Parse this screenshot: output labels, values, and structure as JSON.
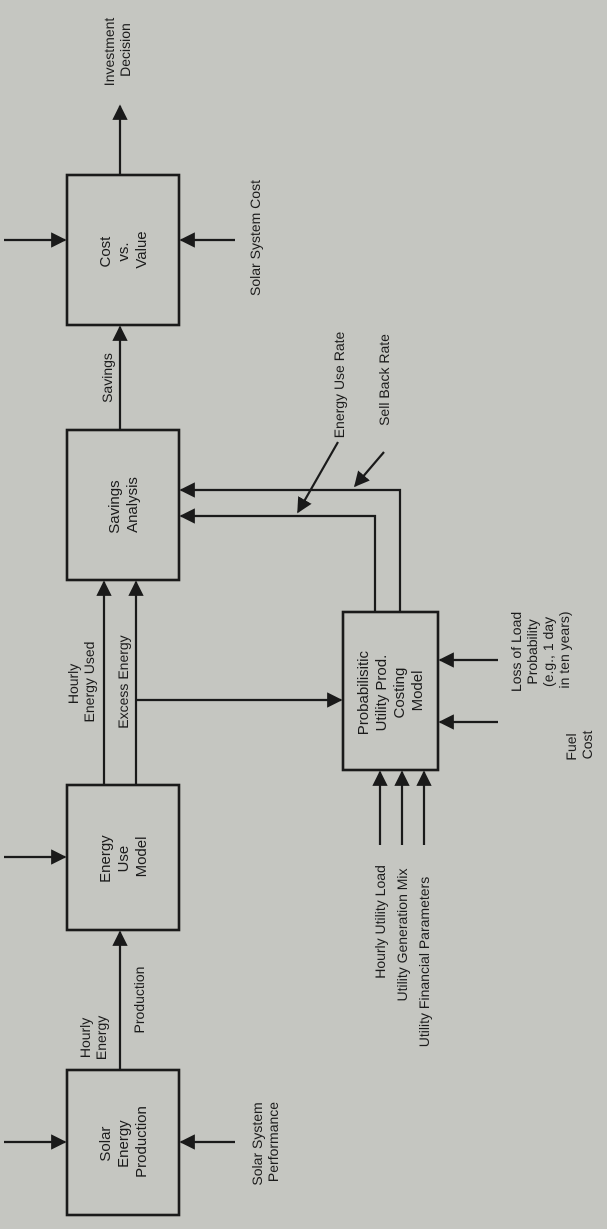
{
  "blocks": {
    "solar_energy_production": [
      "Solar",
      "Energy",
      "Production"
    ],
    "energy_use_model": [
      "Energy",
      "Use",
      "Model"
    ],
    "savings_analysis": [
      "Savings",
      "Analysis"
    ],
    "cost_vs_value": [
      "Cost",
      "vs.",
      "Value"
    ],
    "probabilistic_model": [
      "Probabilisitic",
      "Utility Prod.",
      "Costing",
      "Model"
    ]
  },
  "flows": {
    "hourly_energy_production": [
      "Hourly",
      "Energy",
      "Production"
    ],
    "hourly_energy_used": [
      "Hourly",
      "Energy Used"
    ],
    "excess_energy": "Excess Energy",
    "savings": "Savings",
    "investment_decision": [
      "Investment",
      "Decision"
    ]
  },
  "inputs": {
    "solar_system_performance": [
      "Solar System",
      "Performance"
    ],
    "solar_system_cost": "Solar System Cost",
    "energy_use_rate": "Energy Use Rate",
    "sell_back_rate": "Sell Back Rate",
    "hourly_utility_load": "Hourly Utility Load",
    "utility_generation_mix": "Utility Generation Mix",
    "utility_financial_parameters": "Utility Financial Parameters",
    "loss_of_load_probability": [
      "Loss of Load",
      "Probability",
      "(e.g., 1 day",
      "in ten years)"
    ],
    "fuel_cost": [
      "Fuel",
      "Cost"
    ]
  }
}
